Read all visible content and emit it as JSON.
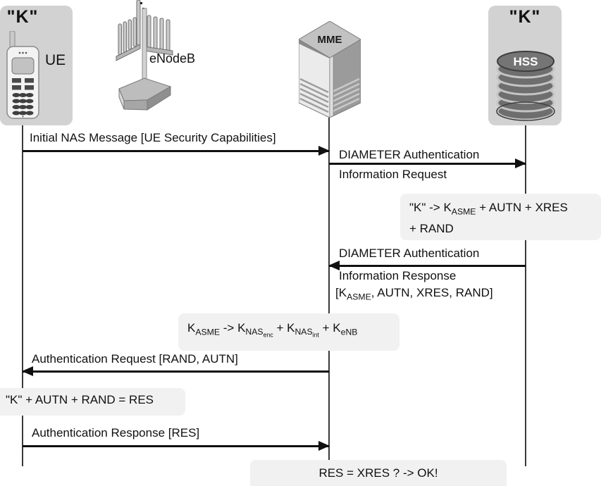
{
  "actors": {
    "ue": {
      "key_label": "\"K\"",
      "name": "UE"
    },
    "enodeb": {
      "name": "eNodeB"
    },
    "mme": {
      "name": "MME"
    },
    "hss": {
      "key_label": "\"K\"",
      "name": "HSS"
    }
  },
  "messages": {
    "initial_nas": {
      "label": "Initial NAS Message [UE Security Capabilities]",
      "direction": "UE to MME"
    },
    "air_request": {
      "line1": "DIAMETER Authentication",
      "line2": "Information Request",
      "direction": "MME to HSS"
    },
    "air_response": {
      "line1": "DIAMETER Authentication",
      "line2": "Information Response",
      "params_pre": "[K",
      "params_sub": "ASME",
      "params_post": ", AUTN, XRES, RAND]",
      "direction": "HSS to MME"
    },
    "auth_request": {
      "label": "Authentication Request [RAND, AUTN]",
      "direction": "MME to UE"
    },
    "auth_response": {
      "label": "Authentication Response [RES]",
      "direction": "UE to MME"
    }
  },
  "notes": {
    "hss_key_derivation": {
      "l1_pre": "\"K\" -> K",
      "l1_sub": "ASME",
      "l1_post": " + AUTN + XRES",
      "l2": "+ RAND"
    },
    "mme_key_derivation": {
      "p1": "K",
      "s1": "ASME",
      "p2": " -> K",
      "s2": "NAS",
      "ss2": "enc",
      "p3": " + K",
      "s3": "NAS",
      "ss3": "int",
      "p4": " + K",
      "s4": "eNB"
    },
    "ue_res_computation": "\"K\" + AUTN + RAND = RES",
    "mme_res_check": "RES = XRES ? -> OK!"
  },
  "colors": {
    "entity_box_bg": "#d2d2d2",
    "note_bg": "#f1f1f1",
    "arrow": "#101010",
    "lifeline": "#3a3a3a",
    "hss_cylinder": "#6e6e6e",
    "hss_text": "#ffffff"
  }
}
